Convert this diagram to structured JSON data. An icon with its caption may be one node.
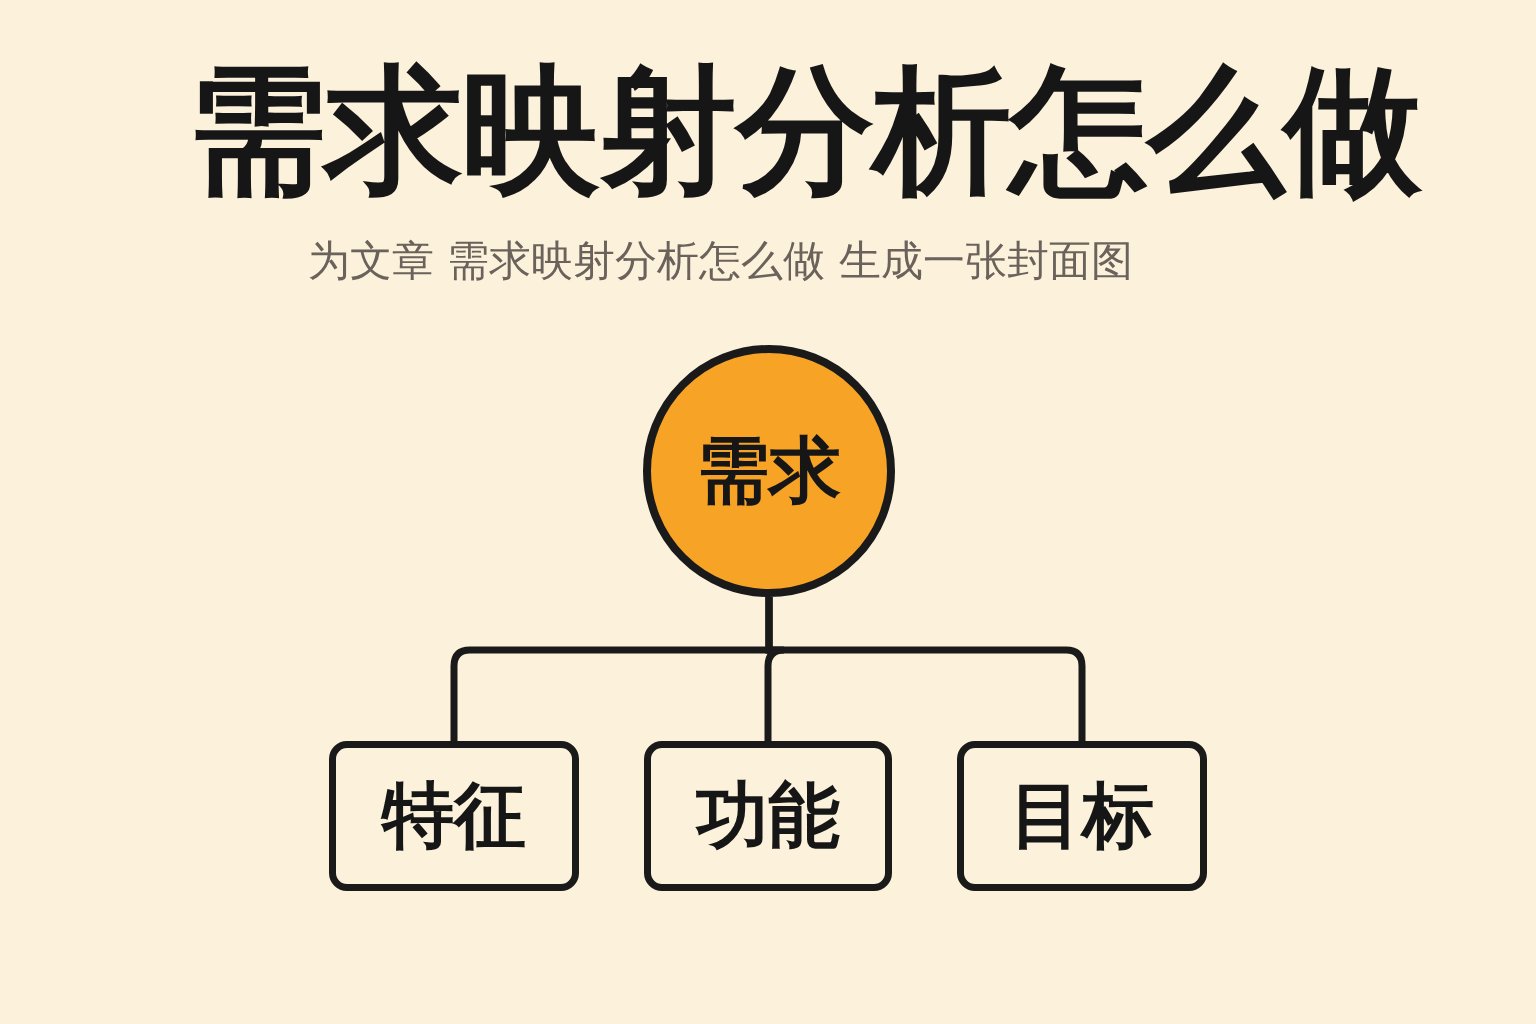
{
  "diagram": {
    "title": "需求映射分析怎么做",
    "caption": "为文章 需求映射分析怎么做 生成一张封面图",
    "nodes": [
      {
        "text": [
          "需求"
        ]
      },
      {
        "text": [
          "特征"
        ]
      },
      {
        "text": [
          "功能"
        ]
      },
      {
        "text": [
          "目标"
        ]
      }
    ],
    "edges": [
      {
        "from": 0,
        "to": 1,
        "arrow": "none"
      },
      {
        "from": 0,
        "to": 2,
        "arrow": "none"
      },
      {
        "from": 0,
        "to": 3,
        "arrow": "none"
      }
    ]
  }
}
